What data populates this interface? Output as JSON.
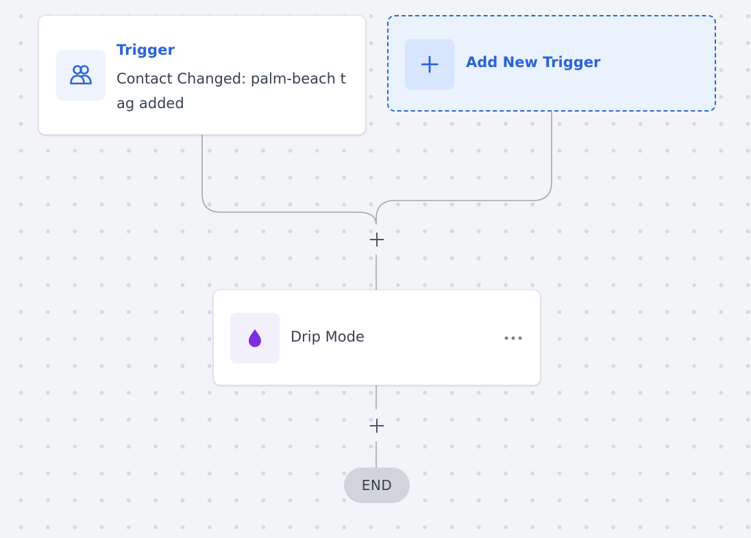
{
  "trigger": {
    "title": "Trigger",
    "description": "Contact Changed: palm-beach tag added",
    "icon": "users-icon"
  },
  "add_trigger": {
    "label": "Add New Trigger",
    "icon": "plus-icon"
  },
  "drip_step": {
    "label": "Drip Mode",
    "icon": "droplet-icon",
    "menu_icon": "more-horizontal-icon"
  },
  "add_step_icon": "plus-icon",
  "end": {
    "label": "END"
  },
  "colors": {
    "primary": "#2a64d6",
    "drip_accent": "#7b2fe0",
    "connector": "#a1a6ae",
    "canvas_bg": "#f3f4f8"
  }
}
